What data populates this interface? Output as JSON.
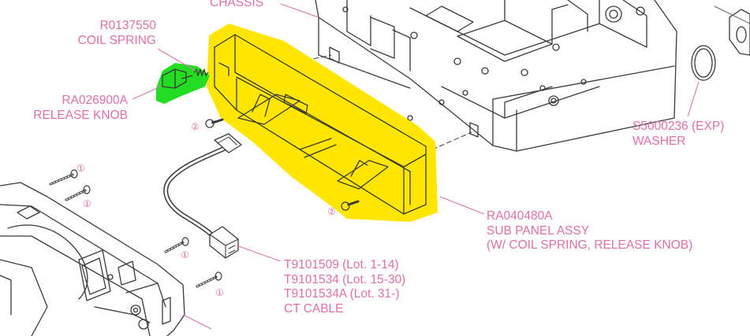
{
  "colors": {
    "label_text": "#e070a8",
    "line_art": "#3a3a3a",
    "highlight_yellow": "#ffe600",
    "highlight_green": "#22dd22",
    "leader_line": "#d878a8"
  },
  "labels": {
    "chassis": "CHASSIS",
    "coil_spring_part": "R0137550",
    "coil_spring_name": "COIL SPRING",
    "release_knob_part": "RA026900A",
    "release_knob_name": "RELEASE KNOB",
    "washer_part": "S5000236 (EXP)",
    "washer_name": "WASHER",
    "sub_panel_part": "RA040480A",
    "sub_panel_name": "SUB PANEL ASSY",
    "sub_panel_note": "(W/ COIL SPRING, RELEASE KNOB)",
    "cable_part_1": "T9101509 (Lot. 1-14)",
    "cable_part_2": "T9101534 (Lot. 15-30)",
    "cable_part_3": "T9101534A (Lot. 31-)",
    "cable_name": "CT CABLE"
  },
  "screw_markers": {
    "one": "①",
    "two": "②"
  },
  "icons": [
    "chassis-drawing",
    "sub-panel-drawing",
    "front-panel-drawing",
    "ct-cable-drawing",
    "washer-drawing",
    "screw-drawing"
  ]
}
